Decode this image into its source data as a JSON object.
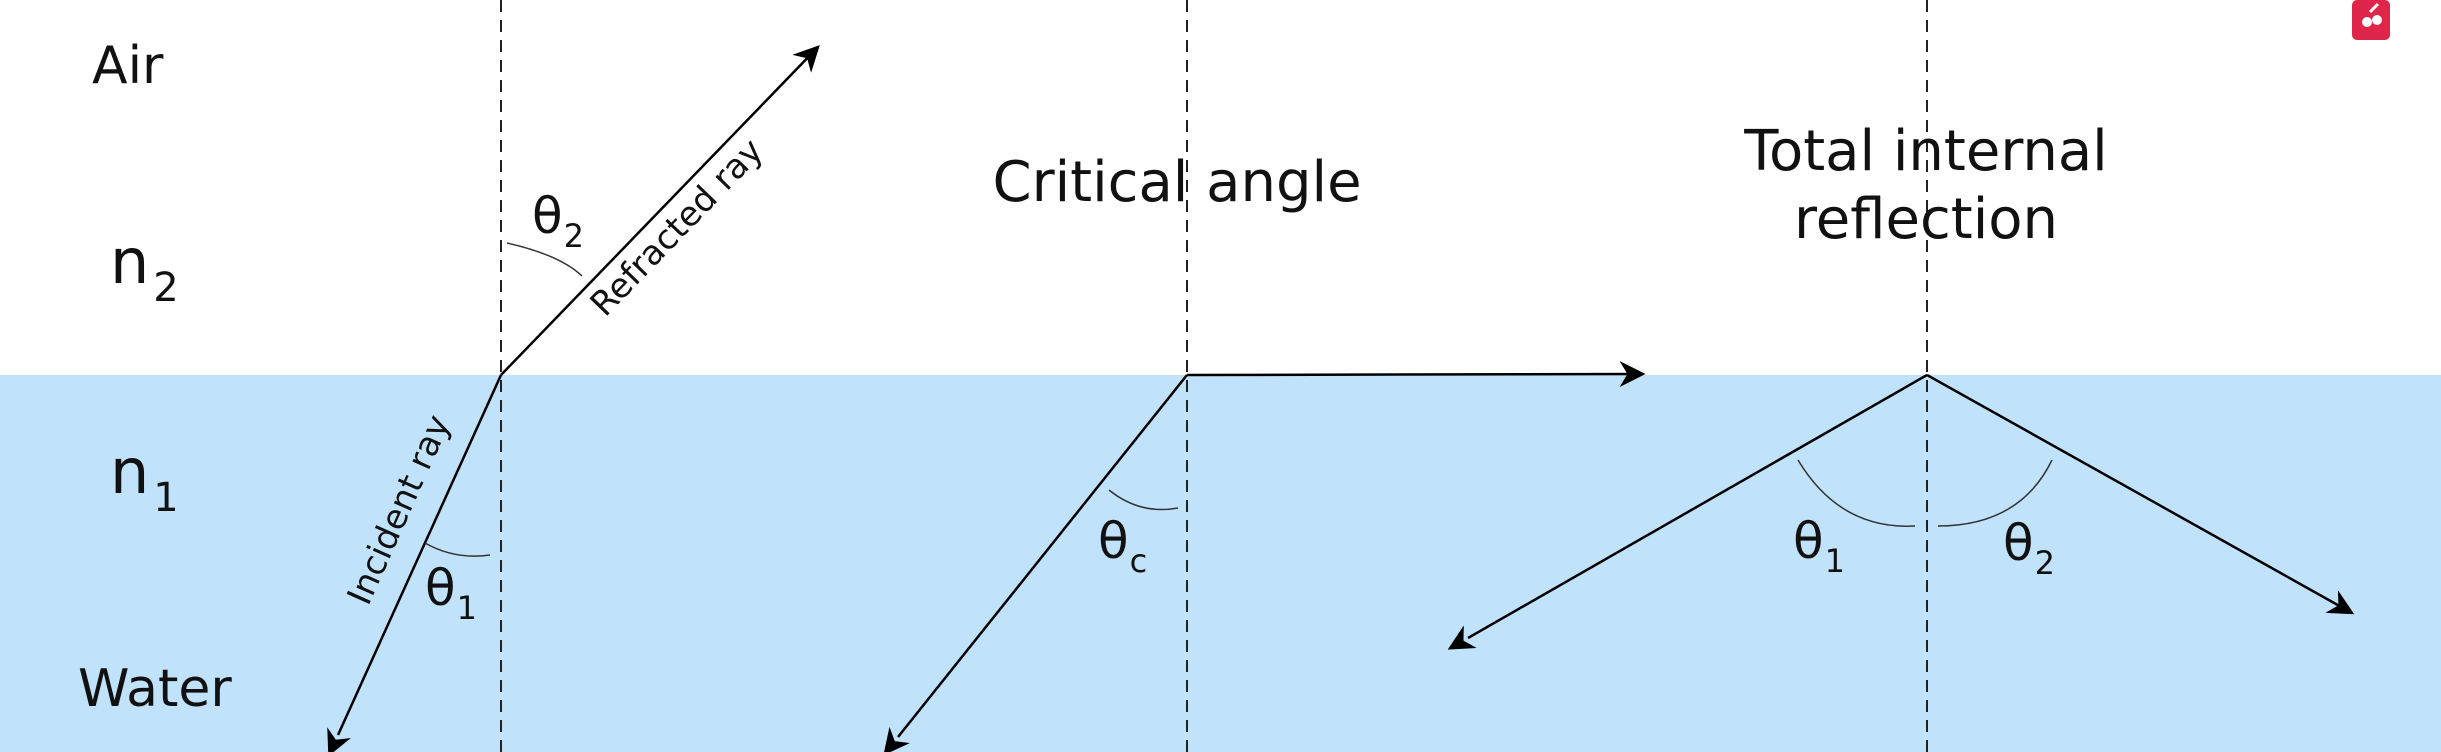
{
  "colors": {
    "water": "#c0e2fb",
    "air": "#ffffff",
    "ray": "#000000",
    "logo": "#e0254a"
  },
  "icons": {
    "corner_logo": "app-logo-icon"
  },
  "media": {
    "air": "Air",
    "water": "Water",
    "n2_base": "n",
    "n2_sub": "2",
    "n1_base": "n",
    "n1_sub": "1"
  },
  "panel1": {
    "incident_label": "Incident ray",
    "refracted_label": "Refracted ray",
    "theta1_base": "θ",
    "theta1_sub": "1",
    "theta2_base": "θ",
    "theta2_sub": "2"
  },
  "panel2": {
    "title": "Critical angle",
    "thetac_base": "θ",
    "thetac_sub": "c"
  },
  "panel3": {
    "title_line1": "Total internal",
    "title_line2": "reflection",
    "theta1_base": "θ",
    "theta1_sub": "1",
    "theta2_base": "θ",
    "theta2_sub": "2"
  }
}
